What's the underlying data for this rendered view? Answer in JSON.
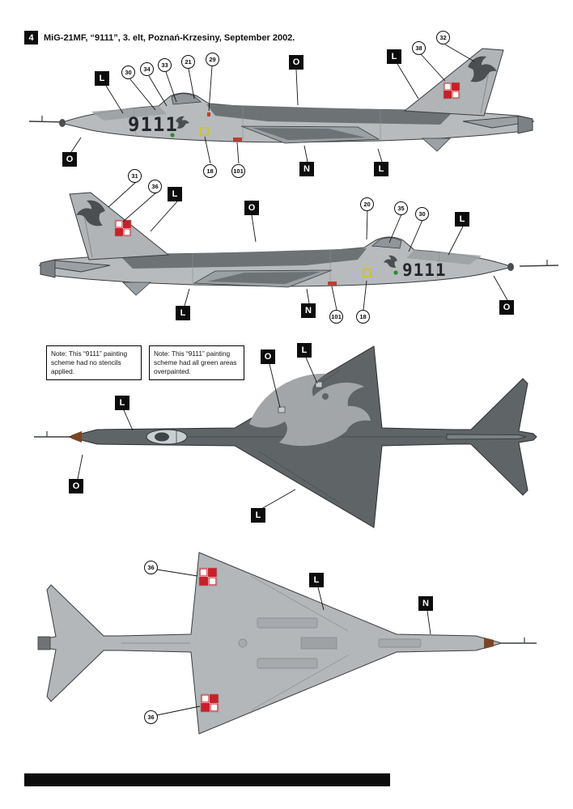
{
  "header": {
    "index": "4",
    "title": "MiG-21MF, “9111”, 3. elt, Poznań-Krzesiny, September 2002."
  },
  "aircraft": {
    "tail_number": "9111"
  },
  "notes": {
    "no_stencils": "Note: This “9111” painting scheme had no stencils applied.",
    "overpainted": "Note: This “9111” painting scheme had all green areas overpainted."
  },
  "view1": {
    "boxed": {
      "l_nose": "L",
      "o_spine": "O",
      "l_fin": "L",
      "o_nose_under": "O",
      "n_belly": "N",
      "l_tailplane": "L"
    },
    "circled": {
      "n30": "30",
      "n34": "34",
      "n33": "33",
      "n21": "21",
      "n29": "29",
      "n38": "38",
      "n32": "32",
      "n18": "18",
      "n101": "101"
    }
  },
  "view2": {
    "boxed": {
      "l_fin": "L",
      "o_spine": "O",
      "l_nose": "L",
      "l_tailplane": "L",
      "n_belly": "N",
      "o_nose_under": "O"
    },
    "circled": {
      "n31": "31",
      "n36": "36",
      "n20": "20",
      "n35": "35",
      "n30": "30",
      "n101": "101",
      "n18": "18"
    }
  },
  "view3": {
    "boxed": {
      "o_wing_root": "O",
      "l_wing": "L",
      "l_fuselage": "L",
      "o_nose": "O",
      "l_wing_lower": "L"
    }
  },
  "view4": {
    "boxed": {
      "l_wing": "L",
      "n_fuselage": "N"
    },
    "circled": {
      "n36_upper": "36",
      "n36_lower": "36"
    }
  }
}
